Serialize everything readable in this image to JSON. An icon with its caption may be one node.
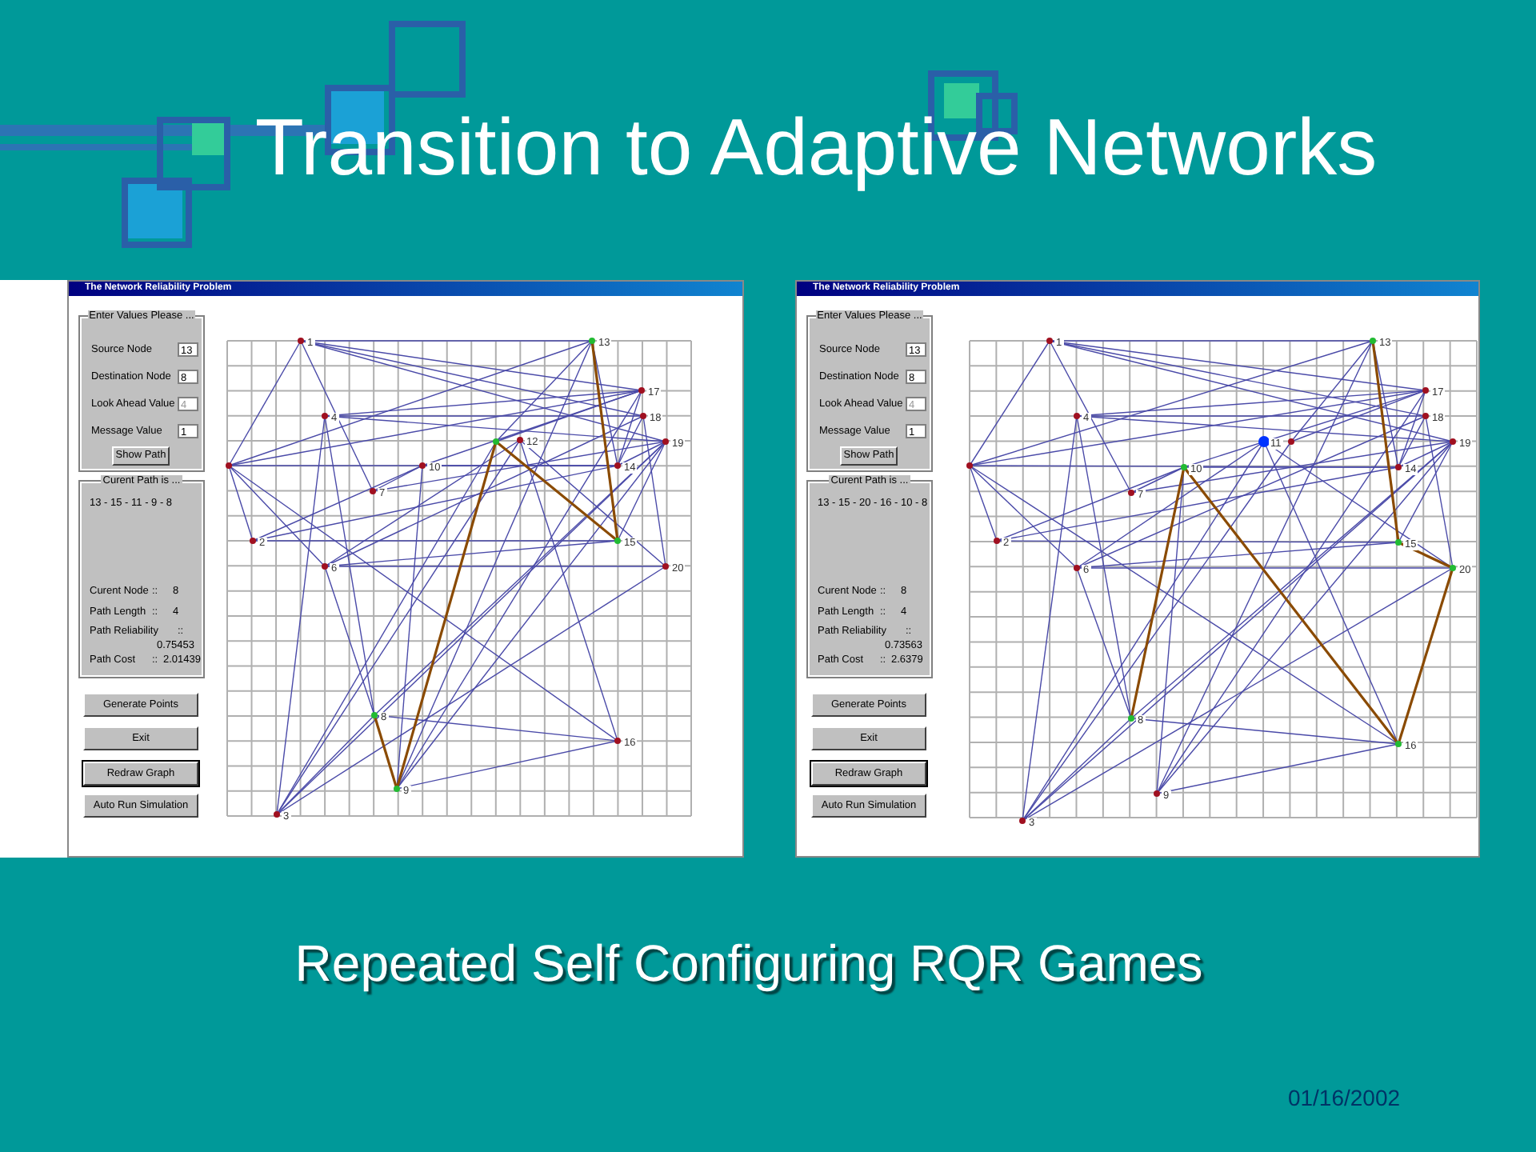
{
  "diagram": {
    "title": "Transition to Adaptive Networks",
    "caption": "Repeated Self Configuring RQR Games",
    "nodes": [
      {
        "text": [
          "The Network Reliability Problem"
        ]
      },
      {
        "text": [
          "Enter Values Please ..."
        ],
        "in": 0
      },
      {
        "text": [
          "Curent  Path is ..."
        ],
        "in": 0
      },
      {
        "text": [
          "The Network Reliability Problem"
        ]
      },
      {
        "text": [
          "Enter Values Please ..."
        ],
        "in": 3
      },
      {
        "text": [
          "Curent  Path is ..."
        ],
        "in": 3
      }
    ],
    "edges": [],
    "labels": [
      "Source Node",
      "13",
      "Destination Node",
      "8",
      "Look Ahead Value",
      "4",
      "Message Value",
      "1",
      "Show Path",
      "13 - 15 - 11 - 9 - 8",
      "Curent Node",
      "::",
      "8",
      "Path Length",
      "::",
      "4",
      "Path Reliability",
      "::",
      "0.75453",
      "Path Cost",
      "::",
      "2.01439",
      "Generate Points",
      "Exit",
      "Redraw Graph",
      "Auto Run Simulation",
      "1",
      "13",
      "17",
      "4",
      "18",
      "12",
      "19",
      "10",
      "14",
      "7",
      "2",
      "15",
      "6",
      "20",
      "8",
      "16",
      "9",
      "3",
      "Source Node",
      "13",
      "Destination Node",
      "8",
      "Look Ahead Value",
      "4",
      "Message Value",
      "1",
      "Show Path",
      "13 - 15 - 20 - 16 - 10 - 8",
      "Curent Node",
      "::",
      "8",
      "Path Length",
      "::",
      "4",
      "Path Reliability",
      "::",
      "0.73563",
      "Path Cost",
      "::",
      "2.6379",
      "Generate Points",
      "Exit",
      "Redraw Graph",
      "Auto Run Simulation",
      "1",
      "13",
      "17",
      "4",
      "18",
      "11",
      "19",
      "10",
      "14",
      "7",
      "2",
      "15",
      "6",
      "20",
      "8",
      "16",
      "9",
      "3",
      "01/16/2002"
    ]
  }
}
